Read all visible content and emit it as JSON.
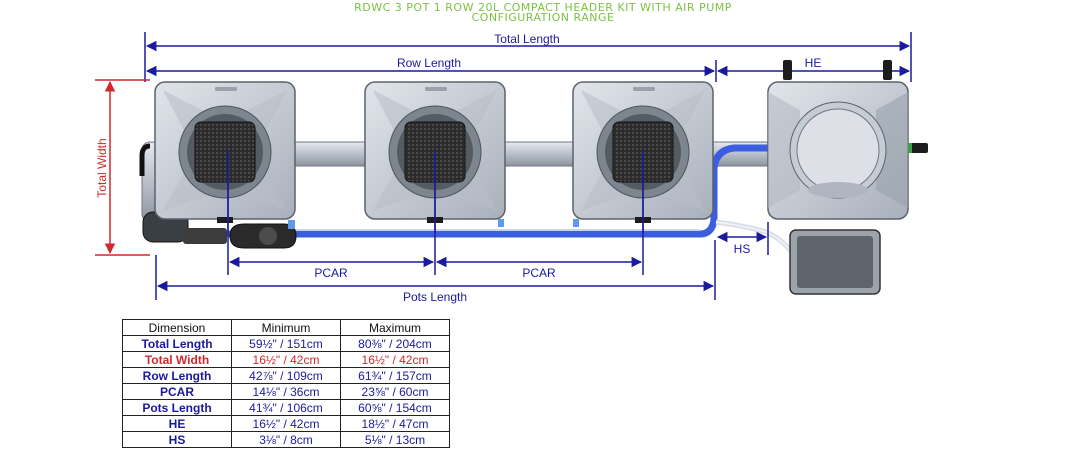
{
  "header": {
    "title_line1": "RDWC 3 POT 1 ROW 20L COMPACT HEADER KIT WITH AIR PUMP",
    "title_line2": "CONFIGURATION RANGE"
  },
  "dimensions": {
    "total_length": "Total Length",
    "row_length": "Row Length",
    "he": "HE",
    "total_width": "Total Width",
    "hs": "HS",
    "pcar": "PCAR",
    "pots_length": "Pots Length"
  },
  "colors": {
    "dimension_blue": "#1a1a9e",
    "total_width_red": "#d0282b",
    "title_green": "#7cc243",
    "pot_grey": "#c9ced6",
    "pipe_blue": "#3b5ee0"
  },
  "table": {
    "headers": [
      "Dimension",
      "Minimum",
      "Maximum"
    ],
    "rows": [
      {
        "dimension": "Total Length",
        "min": "59½\" / 151cm",
        "max": "80⅜\" / 204cm"
      },
      {
        "dimension": "Total Width",
        "min": "16½\" / 42cm",
        "max": "16½\" / 42cm"
      },
      {
        "dimension": "Row Length",
        "min": "42⅞\" / 109cm",
        "max": "61¾\" / 157cm"
      },
      {
        "dimension": "PCAR",
        "min": "14⅛\" / 36cm",
        "max": "23⅝\" / 60cm"
      },
      {
        "dimension": "Pots Length",
        "min": "41¾\" / 106cm",
        "max": "60⅝\" / 154cm"
      },
      {
        "dimension": "HE",
        "min": "16½\" / 42cm",
        "max": "18½\" / 47cm"
      },
      {
        "dimension": "HS",
        "min": "3⅛\" / 8cm",
        "max": "5⅛\" / 13cm"
      }
    ]
  }
}
